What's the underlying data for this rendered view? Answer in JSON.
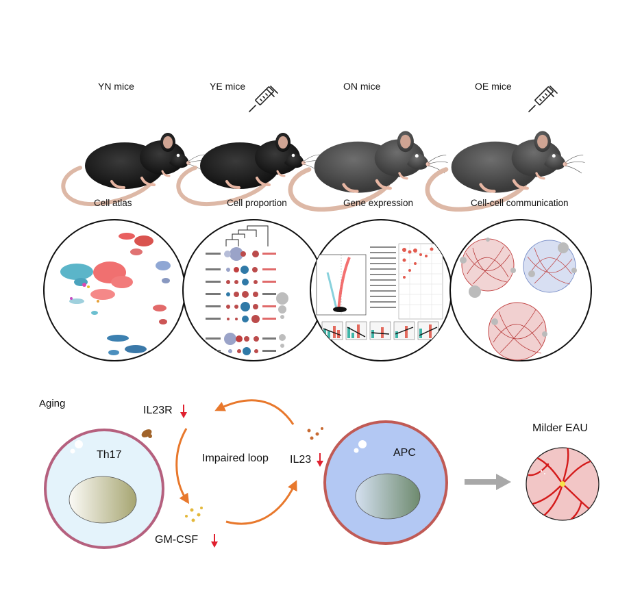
{
  "mice": [
    {
      "label": "YN mice"
    },
    {
      "label": "YE mice"
    },
    {
      "label": "ON mice"
    },
    {
      "label": "OE mice"
    }
  ],
  "panels": [
    {
      "label": "Cell atlas"
    },
    {
      "label": "Cell proportion"
    },
    {
      "label": "Gene expression"
    },
    {
      "label": "Cell-cell communication"
    }
  ],
  "mechanism": {
    "aging_label": "Aging",
    "th17_label": "Th17",
    "il23r_label": "IL23R",
    "il23_label": "IL23",
    "gmcsf_label": "GM-CSF",
    "loop_label": "Impaired loop",
    "apc_label": "APC",
    "outcome_label": "Milder EAU"
  },
  "colors": {
    "young_mouse": "#1d1d1d",
    "old_mouse": "#4a4a4a",
    "tail": "#ddb8a6",
    "arrow_orange": "#e8782c",
    "down_arrow": "#e0202f",
    "th17_membrane": "#b5607e",
    "th17_fill": "#e4f3fb",
    "apc_membrane": "#c05a55",
    "apc_fill": "#b3c8f3",
    "eye_fill": "#f2c6c6",
    "eye_vessel": "#d41a1a",
    "gray_arrow": "#a8a8a8"
  }
}
